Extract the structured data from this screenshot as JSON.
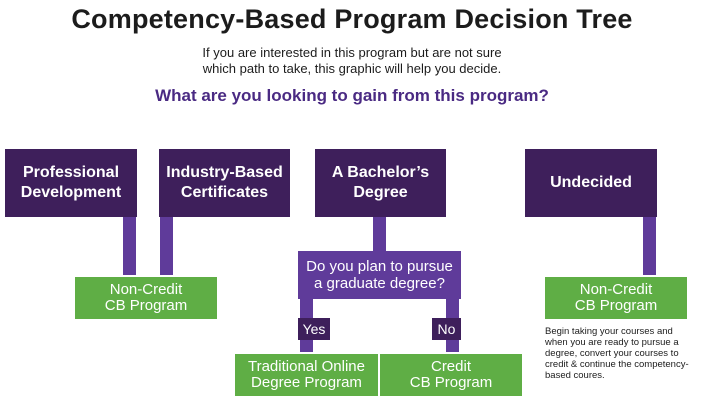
{
  "title": "Competency-Based Program Decision Tree",
  "intro_line1": "If you are interested in this program but are not sure",
  "intro_line2": "which path to take, this graphic will help you decide.",
  "question": "What are you looking to gain from this program?",
  "options": {
    "professional": [
      "Professional",
      "Development"
    ],
    "industry": [
      "Industry-Based",
      "Certificates"
    ],
    "bachelors": [
      "A Bachelor’s",
      "Degree"
    ],
    "undecided": [
      "Undecided"
    ]
  },
  "grad_question": [
    "Do you plan to pursue",
    "a graduate degree?"
  ],
  "answers": {
    "yes": "Yes",
    "no": "No"
  },
  "outcomes": {
    "noncredit_left": [
      "Non-Credit",
      "CB Program"
    ],
    "traditional": [
      "Traditional Online",
      "Degree Program"
    ],
    "credit": [
      "Credit",
      "CB Program"
    ],
    "noncredit_right": [
      "Non-Credit",
      "CB Program"
    ]
  },
  "undecided_note": [
    "Begin taking your courses and",
    "when you are ready to pursue a",
    "degree, convert your courses to",
    "credit & continue the competency-",
    "based coures."
  ],
  "colors": {
    "dark_purple": "#3e1f5b",
    "violet": "#5f3b9a",
    "green": "#5fae45",
    "question_text": "#4a2a83"
  }
}
